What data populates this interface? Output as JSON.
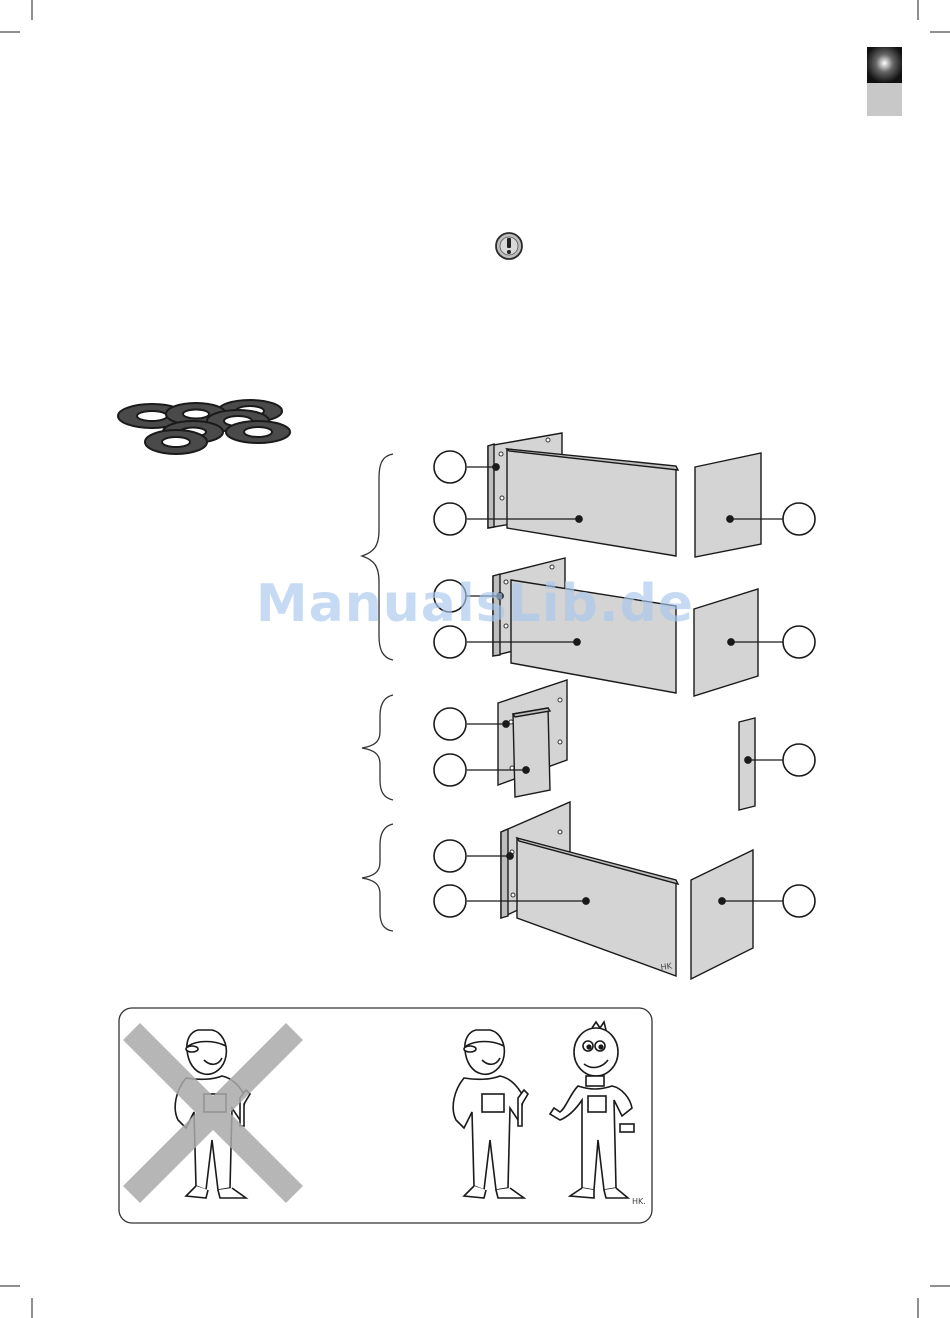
{
  "page": {
    "watermark": "ManualsLib.de",
    "tab_colors": {
      "top": "#1a1a1a",
      "bottom": "#c8c8c8"
    },
    "icons": [
      "warning-icon",
      "felt-pads-icon",
      "bracket-icon",
      "do-not-icon"
    ],
    "signature_top": "HK",
    "signature_bottom": "HK."
  },
  "callouts": {
    "groups": [
      {
        "left": [
          "",
          ""
        ],
        "right": [
          ""
        ]
      },
      {
        "left": [
          "",
          ""
        ],
        "right": [
          ""
        ]
      },
      {
        "left": [
          "",
          ""
        ],
        "right": [
          ""
        ]
      },
      {
        "left": [
          "",
          ""
        ],
        "right": [
          ""
        ]
      }
    ]
  }
}
